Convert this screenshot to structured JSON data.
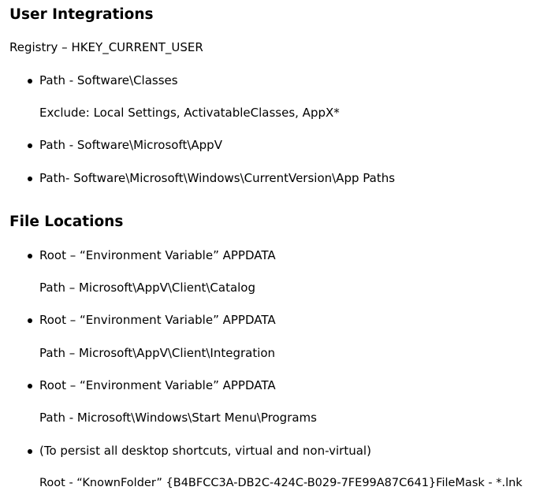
{
  "sections": {
    "user_integrations": {
      "title": "User Integrations",
      "registry": "Registry – HKEY_CURRENT_USER",
      "items": [
        "Path - Software\\Classes",
        "Exclude: Local Settings, ActivatableClasses, AppX*",
        "Path - Software\\Microsoft\\AppV",
        "Path- Software\\Microsoft\\Windows\\CurrentVersion\\App Paths"
      ]
    },
    "file_locations": {
      "title": "File Locations",
      "items": [
        "Root – “Environment Variable” APPDATA",
        "Path – Microsoft\\AppV\\Client\\Catalog",
        "Root – “Environment Variable” APPDATA",
        "Path – Microsoft\\AppV\\Client\\Integration",
        "Root – “Environment Variable” APPDATA",
        "Path - Microsoft\\Windows\\Start Menu\\Programs",
        "(To persist all desktop shortcuts, virtual and non-virtual)",
        "Root - “KnownFolder” {B4BFCC3A-DB2C-424C-B029-7FE99A87C641}FileMask - *.lnk"
      ]
    }
  }
}
